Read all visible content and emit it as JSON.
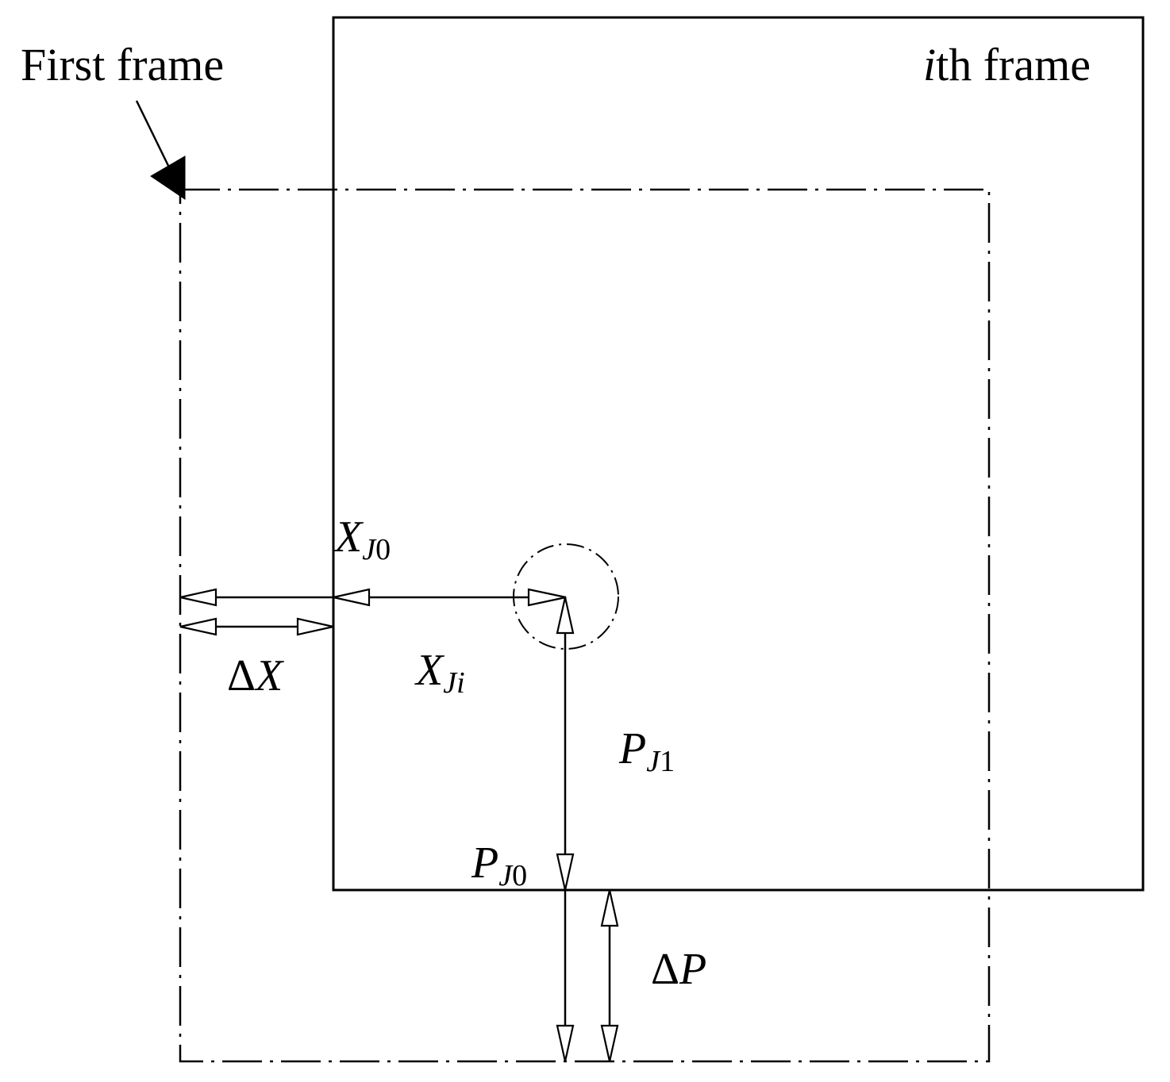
{
  "labels": {
    "first_frame": "First frame",
    "ith_frame_i": "i",
    "ith_frame_rest": "th frame",
    "x_j0_main": "X",
    "x_j0_sub_J": "J",
    "x_j0_sub_0": "0",
    "x_ji_main": "X",
    "x_ji_sub": "Ji",
    "delta_x_delta": "Δ",
    "delta_x_var": "X",
    "p_ji_main": "P",
    "p_ji_sub_J": "J",
    "p_ji_sub_1": "1",
    "p_j0_main": "P",
    "p_j0_sub_J": "J",
    "p_j0_sub_0": "0",
    "delta_p_delta": "Δ",
    "delta_p_var": "P"
  }
}
